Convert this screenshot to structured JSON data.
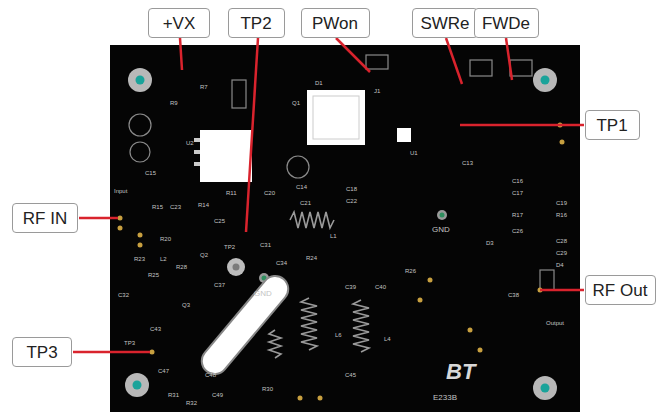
{
  "diagram": {
    "nodes": [
      {
        "text": [
          "+VX"
        ]
      },
      {
        "text": [
          "TP2"
        ]
      },
      {
        "text": [
          "PWon"
        ]
      },
      {
        "text": [
          "SWRe"
        ]
      },
      {
        "text": [
          "FWDe"
        ]
      },
      {
        "text": [
          "TP1"
        ]
      },
      {
        "text": [
          "RF IN"
        ]
      },
      {
        "text": [
          "RF Out"
        ]
      },
      {
        "text": [
          "TP3"
        ]
      }
    ],
    "labels": [
      "R7",
      "R9",
      "U2",
      "C15",
      "C14",
      "C18",
      "C22",
      "C20",
      "R11",
      "C21",
      "L1",
      "R24",
      "C31",
      "C34",
      "Q2",
      "R28",
      "C37",
      "R25",
      "C32",
      "C43",
      "C47",
      "R31",
      "R32",
      "C48",
      "C49",
      "R30",
      "Q3",
      "L6",
      "L4",
      "C45",
      "C39",
      "C40",
      "R26",
      "C13",
      "U1",
      "D1",
      "J1",
      "Q1",
      "C16",
      "C17",
      "C19",
      "R16",
      "R17",
      "D3",
      "C26",
      "C28",
      "C29",
      "D4",
      "C38",
      "R23",
      "L2",
      "R20",
      "R15",
      "C23",
      "C25",
      "R14",
      "Input",
      "Output",
      "TP2",
      "TP3",
      "GND",
      "GND",
      "E233B",
      "BT"
    ]
  }
}
